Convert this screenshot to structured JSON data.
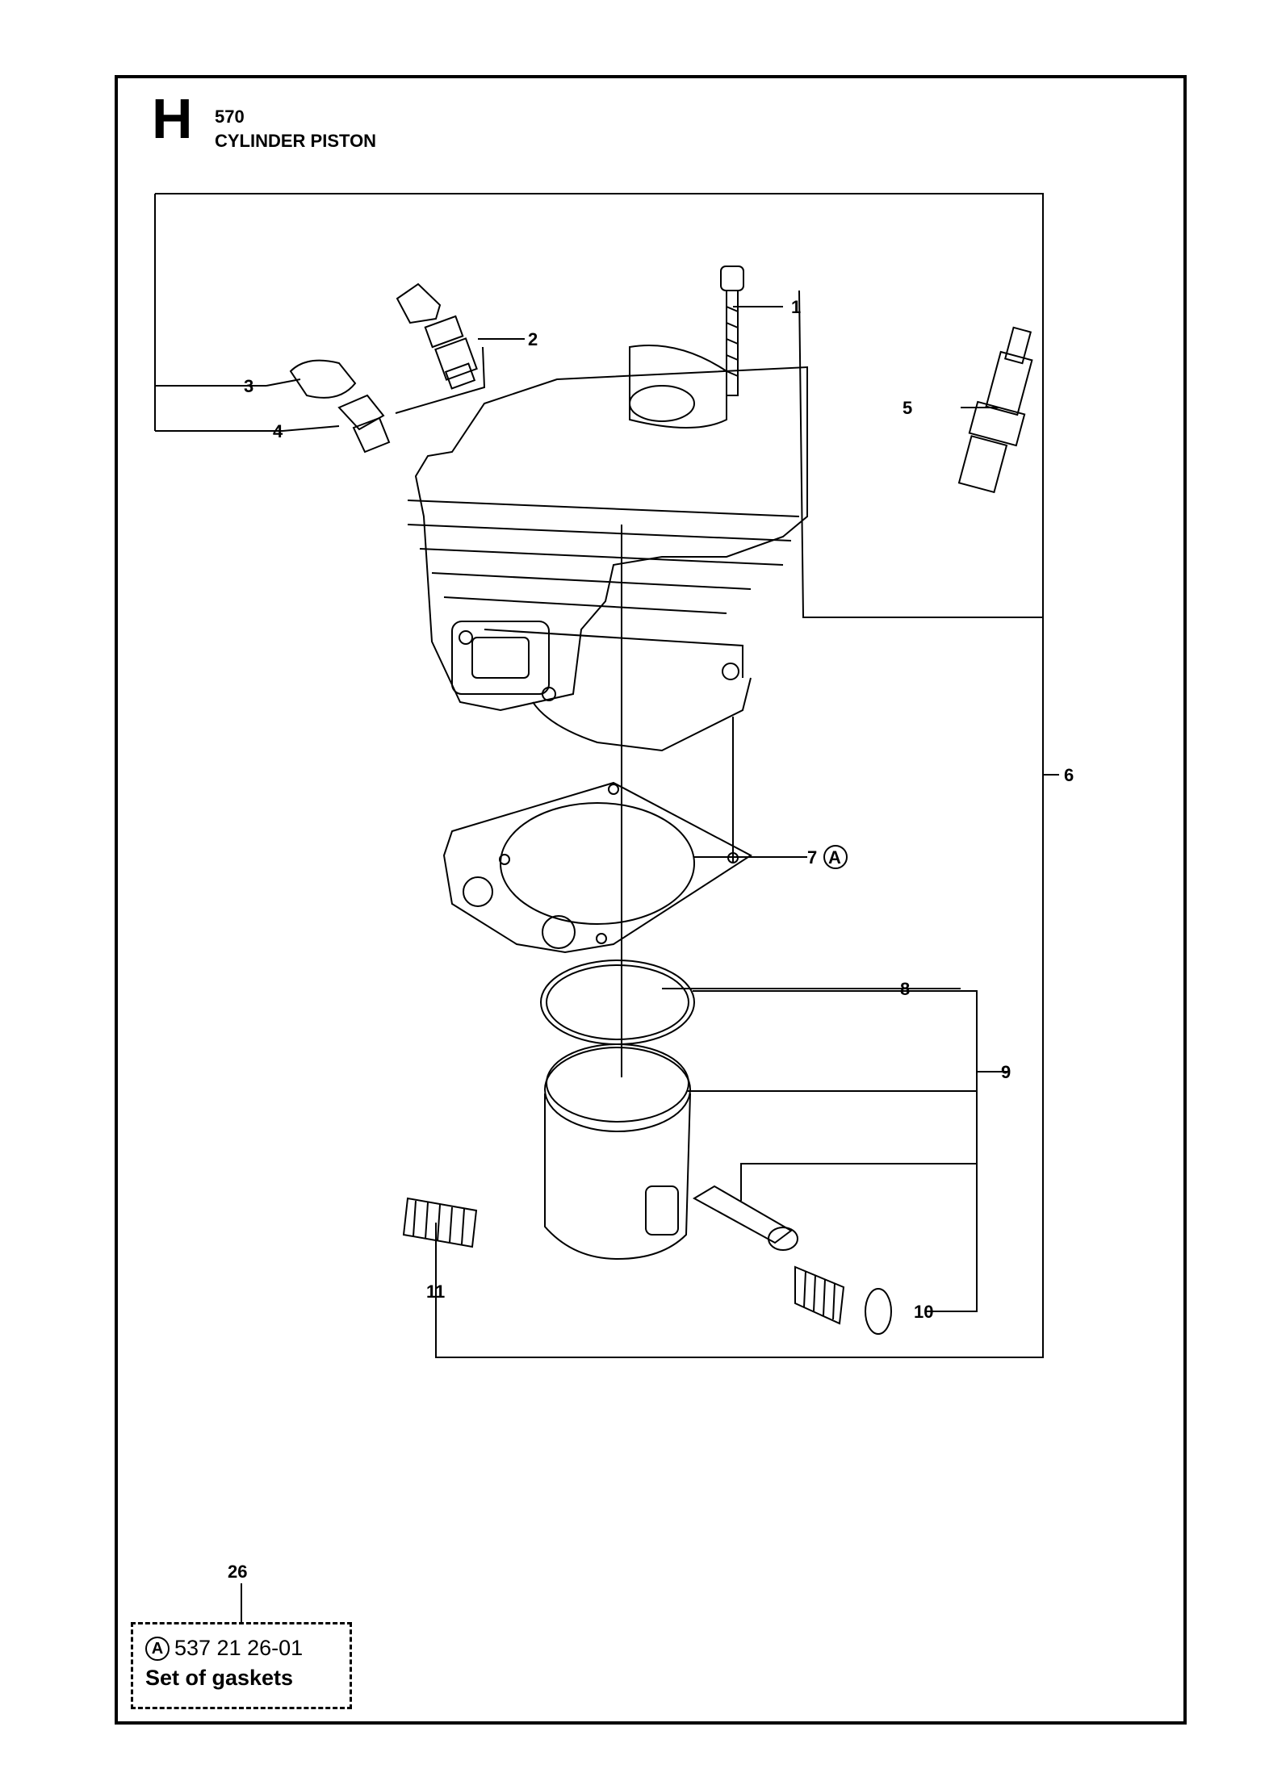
{
  "section": {
    "letter": "H",
    "model": "570",
    "title": "CYLINDER PISTON"
  },
  "callouts": {
    "c1": "1",
    "c2": "2",
    "c3": "3",
    "c4": "4",
    "c5": "5",
    "c6": "6",
    "c7": "7",
    "c7_mark": "A",
    "c8": "8",
    "c9": "9",
    "c10": "10",
    "c11": "11"
  },
  "kit": {
    "ref_number": "26",
    "mark": "A",
    "part_number": "537 21 26-01",
    "name": "Set of gaskets"
  }
}
